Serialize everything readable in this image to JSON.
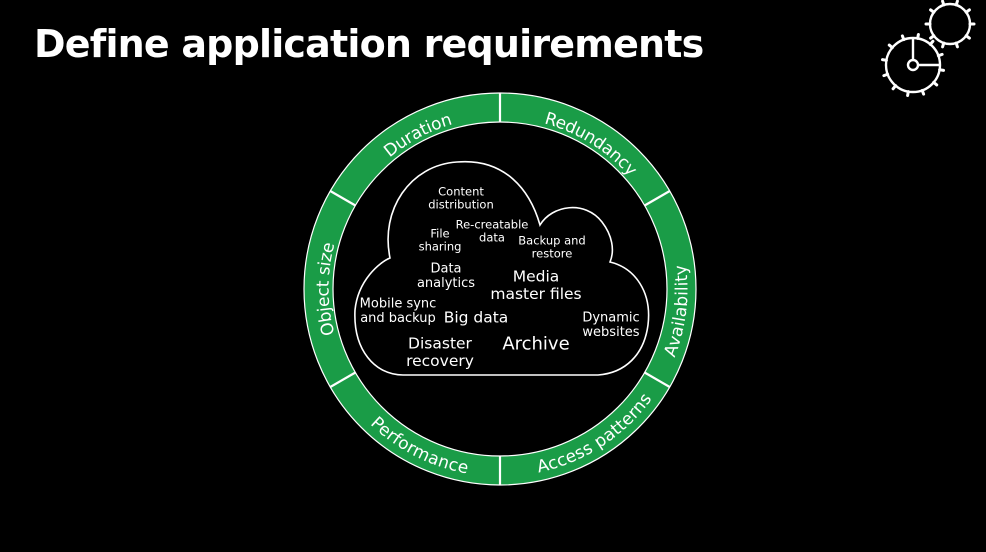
{
  "title": "Define application requirements",
  "ring": {
    "segments": [
      {
        "label": "Duration",
        "text_angle": 242
      },
      {
        "label": "Redundancy",
        "text_angle": 302
      },
      {
        "label": "Availability",
        "text_angle": 7
      },
      {
        "label": "Access patterns",
        "text_angle": 57
      },
      {
        "label": "Performance",
        "text_angle": 117
      },
      {
        "label": "Object size",
        "text_angle": 180
      }
    ]
  },
  "cloud": {
    "labels": [
      {
        "lines": [
          "Content",
          "distribution"
        ],
        "size": "small"
      },
      {
        "lines": [
          "File",
          "sharing"
        ],
        "size": "small"
      },
      {
        "lines": [
          "Re-creatable",
          "data"
        ],
        "size": "small"
      },
      {
        "lines": [
          "Backup and",
          "restore"
        ],
        "size": "small"
      },
      {
        "lines": [
          "Data",
          "analytics"
        ],
        "size": "medium"
      },
      {
        "lines": [
          "Media",
          "master files"
        ],
        "size": "large"
      },
      {
        "lines": [
          "Mobile sync",
          "and backup"
        ],
        "size": "medium"
      },
      {
        "lines": [
          "Big data"
        ],
        "size": "large"
      },
      {
        "lines": [
          "Dynamic",
          "websites"
        ],
        "size": "medium"
      },
      {
        "lines": [
          "Disaster",
          "recovery"
        ],
        "size": "large"
      },
      {
        "lines": [
          "Archive"
        ],
        "size": "xlarge"
      }
    ]
  },
  "colors": {
    "background": "#000000",
    "ring_green": "#1a9c47",
    "divider": "#ffffff",
    "text": "#ffffff"
  },
  "icons": [
    "gears-icon"
  ]
}
